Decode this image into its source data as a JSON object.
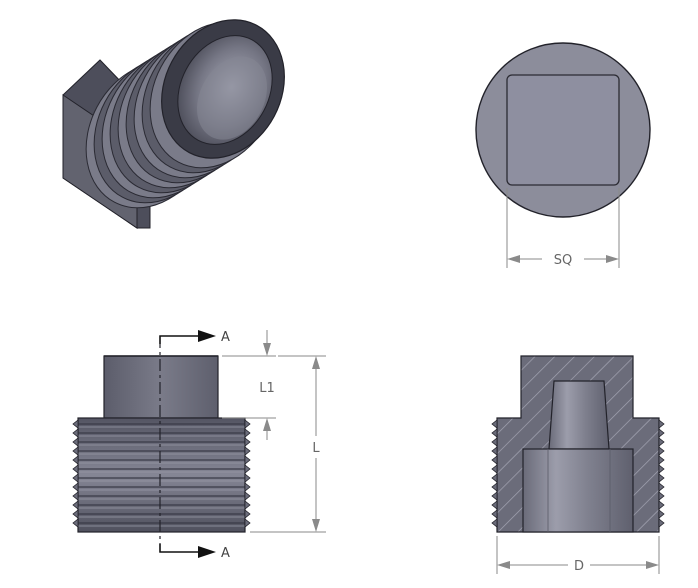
{
  "views": {
    "isometric": {
      "name": "isometric-view"
    },
    "end": {
      "name": "end-view"
    },
    "side": {
      "name": "side-view"
    },
    "section": {
      "name": "section-view"
    }
  },
  "dimensions": {
    "square": "SQ",
    "length": "L",
    "head_length": "L1",
    "diameter": "D"
  },
  "section_markers": {
    "top": "A",
    "bottom": "A"
  },
  "colors": {
    "body": "#6d6e7c",
    "body_light": "#8c8d9b",
    "body_dark": "#3d3e4a",
    "outline": "#22222a",
    "dimension": "#8a8a8a"
  }
}
